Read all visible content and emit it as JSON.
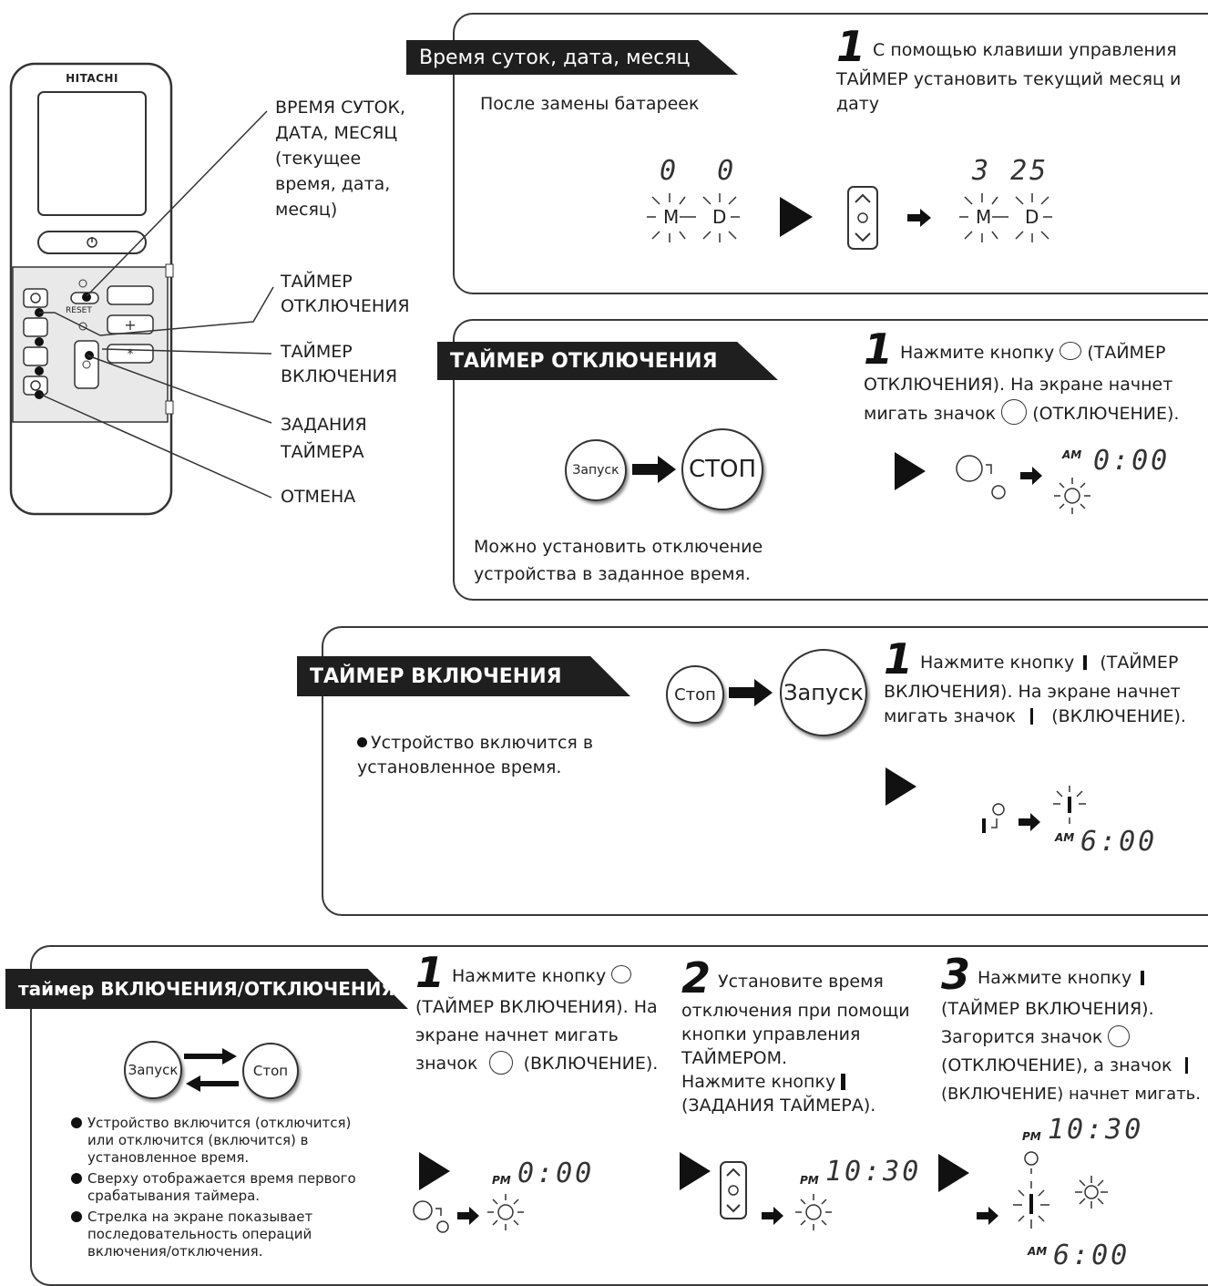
{
  "remote": {
    "brand": "HITACHI",
    "reset_label": "RESET",
    "callouts": [
      "ВРЕМЯ СУТОК,\nДАТА, МЕСЯЦ\n(текущее\nвремя, дата,\nмесяц)",
      "ТАЙМЕР\nОТКЛЮЧЕНИЯ",
      "ТАЙМЕР\nВКЛЮЧЕНИЯ",
      "ЗАДАНИЯ\nТАЙМЕРА",
      "ОТМЕНА"
    ]
  },
  "clock": {
    "header": "Время суток, дата, месяц",
    "note": "После замены батареек",
    "step_num": "1",
    "step_text": "С помощью клавиши управления ТАЙМЕР установить текущий месяц и дату",
    "before_digits": "0  0",
    "after_digits": "3 25",
    "m": "M",
    "d": "D"
  },
  "off_timer": {
    "header": "ТАЙМЕР ОТКЛЮЧЕНИЯ",
    "start": "Запуск",
    "stop": "СТОП",
    "desc": "Можно установить отключение устройства в заданное время.",
    "step_num": "1",
    "step_a": "Нажмите кнопку",
    "step_b": "(ТАЙМЕР ОТКЛЮЧЕНИЯ). На экране начнет мигать значок",
    "step_c": "(ОТКЛЮЧЕНИЕ).",
    "ampm": "AM",
    "time": "0:00"
  },
  "on_timer": {
    "header": "ТАЙМЕР ВКЛЮЧЕНИЯ",
    "stop": "Стоп",
    "start": "Запуск",
    "desc": "Устройство включится в установленное время.",
    "step_num": "1",
    "step_a": "Нажмите кнопку",
    "step_b": "(ТАЙМЕР ВКЛЮЧЕНИЯ). На экране начнет мигать значок",
    "step_c": "(ВКЛЮЧЕНИЕ).",
    "ampm": "AM",
    "time": "6:00"
  },
  "onoff_timer": {
    "header": "таймер ВКЛЮЧЕНИЯ/ОТКЛЮЧЕНИЯ",
    "start": "Запуск",
    "stop": "Стоп",
    "bullets": [
      "Устройство включится (отключится) или отключится (включится) в установленное время.",
      "Сверху отображается время первого срабатывания таймера.",
      "Стрелка на экране показывает последовательность операций включения/отключения."
    ],
    "step1_num": "1",
    "step1_a": "Нажмите кнопку",
    "step1_b": "(ТАЙМЕР ВКЛЮЧЕНИЯ).",
    "step1_c": "На экране начнет мигать значок",
    "step1_d": "(ВКЛЮЧЕНИЕ).",
    "step1_ampm": "PM",
    "step1_time": "0:00",
    "step2_num": "2",
    "step2_a": "Установите время отключения при помощи кнопки управления ТАЙМЕРОМ.",
    "step2_b": "Нажмите кнопку",
    "step2_c": "(ЗАДАНИЯ ТАЙМЕРА).",
    "step2_ampm": "PM",
    "step2_time": "10:30",
    "step3_num": "3",
    "step3_a": "Нажмите кнопку",
    "step3_b": "(ТАЙМЕР ВКЛЮЧЕНИЯ).",
    "step3_c": "Загорится значок",
    "step3_d": "(ОТКЛЮЧЕНИЕ), а значок",
    "step3_e": "(ВКЛЮЧЕНИЕ) начнет мигать.",
    "step3_ampm_top": "PM",
    "step3_time_top": "10:30",
    "step3_ampm_bottom": "AM",
    "step3_time_bottom": "6:00"
  }
}
